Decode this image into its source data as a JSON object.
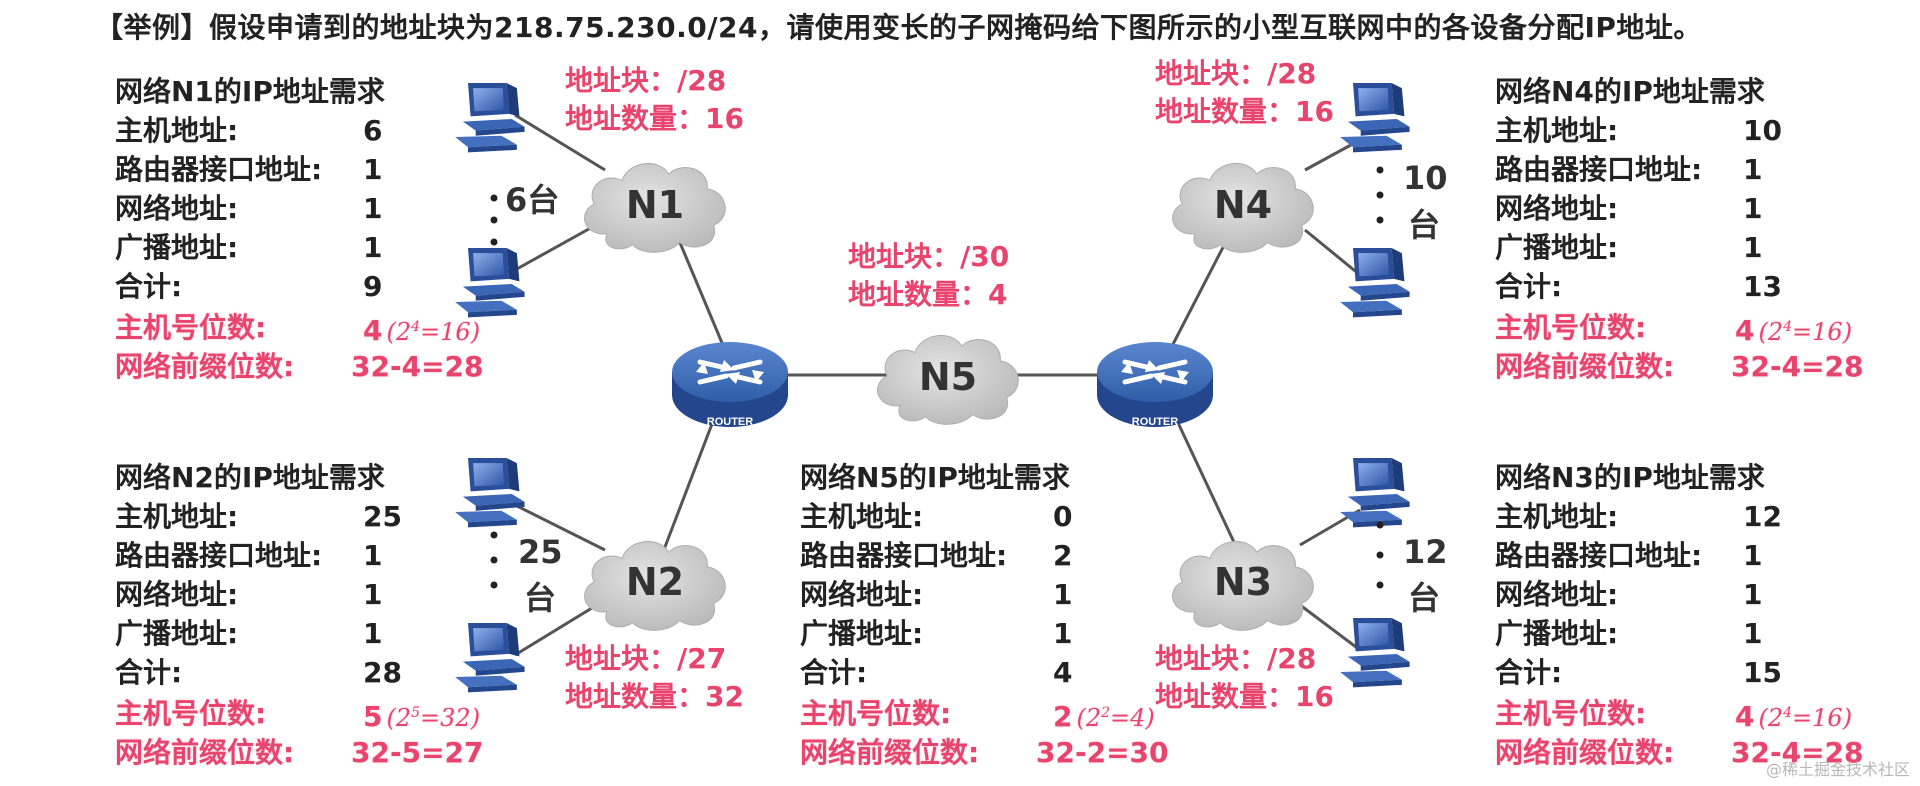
{
  "title": "【举例】假设申请到的地址块为218.75.230.0/24，请使用变长的子网掩码给下图所示的小型互联网中的各设备分配IP地址。",
  "panels": {
    "n1": {
      "title": "网络N1的IP地址需求",
      "rows": [
        {
          "label": "主机地址:",
          "value": "6"
        },
        {
          "label": "路由器接口地址:",
          "value": "1"
        },
        {
          "label": "网络地址:",
          "value": "1"
        },
        {
          "label": "广播地址:",
          "value": "1"
        },
        {
          "label": "合计:",
          "value": "9"
        }
      ],
      "host_bits": {
        "label": "主机号位数:",
        "value": "4",
        "note_base": "(2",
        "note_exp": "4",
        "note_rest": "=16)"
      },
      "prefix_bits": {
        "label": "网络前缀位数:",
        "value": "32-4=28"
      }
    },
    "n2": {
      "title": "网络N2的IP地址需求",
      "rows": [
        {
          "label": "主机地址:",
          "value": "25"
        },
        {
          "label": "路由器接口地址:",
          "value": "1"
        },
        {
          "label": "网络地址:",
          "value": "1"
        },
        {
          "label": "广播地址:",
          "value": "1"
        },
        {
          "label": "合计:",
          "value": "28"
        }
      ],
      "host_bits": {
        "label": "主机号位数:",
        "value": "5",
        "note_base": "(2",
        "note_exp": "5",
        "note_rest": "=32)"
      },
      "prefix_bits": {
        "label": "网络前缀位数:",
        "value": "32-5=27"
      }
    },
    "n5": {
      "title": "网络N5的IP地址需求",
      "rows": [
        {
          "label": "主机地址:",
          "value": "0"
        },
        {
          "label": "路由器接口地址:",
          "value": "2"
        },
        {
          "label": "网络地址:",
          "value": "1"
        },
        {
          "label": "广播地址:",
          "value": "1"
        },
        {
          "label": "合计:",
          "value": "4"
        }
      ],
      "host_bits": {
        "label": "主机号位数:",
        "value": "2",
        "note_base": "(2",
        "note_exp": "2",
        "note_rest": "=4)"
      },
      "prefix_bits": {
        "label": "网络前缀位数:",
        "value": "32-2=30"
      }
    },
    "n4": {
      "title": "网络N4的IP地址需求",
      "rows": [
        {
          "label": "主机地址:",
          "value": "10"
        },
        {
          "label": "路由器接口地址:",
          "value": "1"
        },
        {
          "label": "网络地址:",
          "value": "1"
        },
        {
          "label": "广播地址:",
          "value": "1"
        },
        {
          "label": "合计:",
          "value": "13"
        }
      ],
      "host_bits": {
        "label": "主机号位数:",
        "value": "4",
        "note_base": "(2",
        "note_exp": "4",
        "note_rest": "=16)"
      },
      "prefix_bits": {
        "label": "网络前缀位数:",
        "value": "32-4=28"
      }
    },
    "n3": {
      "title": "网络N3的IP地址需求",
      "rows": [
        {
          "label": "主机地址:",
          "value": "12"
        },
        {
          "label": "路由器接口地址:",
          "value": "1"
        },
        {
          "label": "网络地址:",
          "value": "1"
        },
        {
          "label": "广播地址:",
          "value": "1"
        },
        {
          "label": "合计:",
          "value": "15"
        }
      ],
      "host_bits": {
        "label": "主机号位数:",
        "value": "4",
        "note_base": "(2",
        "note_exp": "4",
        "note_rest": "=16)"
      },
      "prefix_bits": {
        "label": "网络前缀位数:",
        "value": "32-4=28"
      }
    }
  },
  "blocks": {
    "n1": {
      "block": "地址块：/28",
      "count": "地址数量：16"
    },
    "n4": {
      "block": "地址块：/28",
      "count": "地址数量：16"
    },
    "n5": {
      "block": "地址块：/30",
      "count": "地址数量：4"
    },
    "n2": {
      "block": "地址块：/27",
      "count": "地址数量：32"
    },
    "n3": {
      "block": "地址块：/28",
      "count": "地址数量：16"
    }
  },
  "networks": {
    "n1": "N1",
    "n2": "N2",
    "n3": "N3",
    "n4": "N4",
    "n5": "N5"
  },
  "host_counts": {
    "n1": "6台",
    "n2_num": "25",
    "n2_unit": "台",
    "n4_num": "10",
    "n4_unit": "台",
    "n3_num": "12",
    "n3_unit": "台"
  },
  "router_label": "ROUTER",
  "watermark": "@稀土掘金技术社区",
  "colors": {
    "accent": "#e8446e",
    "cloud": "#c8c8c8",
    "router": "#2f5ea8",
    "link": "#555555"
  }
}
